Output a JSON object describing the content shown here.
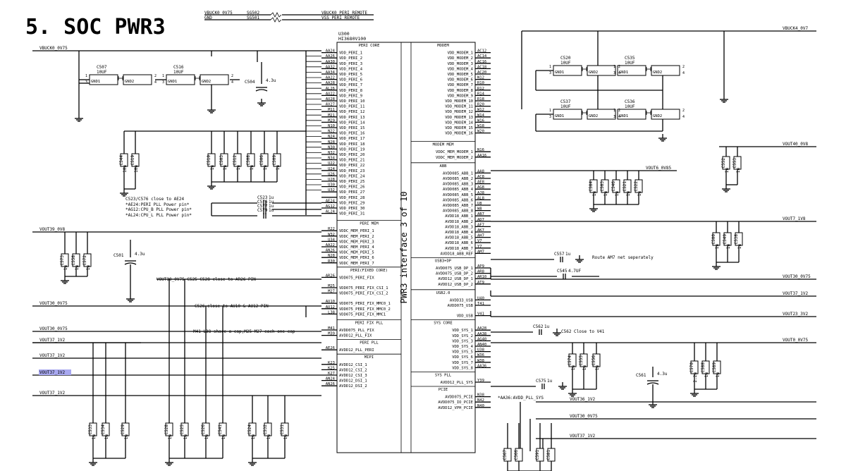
{
  "title": "5. SOC PWR3",
  "ic": {
    "ref": "U300",
    "part": "HI3680V100",
    "section_label": "PWR3 interface 3 of 10",
    "left_groups": [
      {
        "header": "PERI CORE",
        "pins": [
          {
            "ball": "AA24",
            "name": "VDD_PERI_1"
          },
          {
            "ball": "AA26",
            "name": "VDD_PERI_2"
          },
          {
            "ball": "AA30",
            "name": "VDD_PERI_3"
          },
          {
            "ball": "AA32",
            "name": "VDD_PERI_4"
          },
          {
            "ball": "AA34",
            "name": "VDD_PERI_5"
          },
          {
            "ball": "AA22",
            "name": "VDD_PERI_6"
          },
          {
            "ball": "AA28",
            "name": "VDD_PERI_7"
          },
          {
            "ball": "AL26",
            "name": "VDD_PERI_8"
          },
          {
            "ball": "AU22",
            "name": "VDD_PERI_9"
          },
          {
            "ball": "AU28",
            "name": "VDD_PERI_10"
          },
          {
            "ball": "AV27",
            "name": "VDD_PERI_11"
          },
          {
            "ball": "M11",
            "name": "VDD_PERI_12"
          },
          {
            "ball": "M21",
            "name": "VDD_PERI_13"
          },
          {
            "ball": "M29",
            "name": "VDD_PERI_14"
          },
          {
            "ball": "N10",
            "name": "VDD_PERI_15"
          },
          {
            "ball": "N22",
            "name": "VDD_PERI_16"
          },
          {
            "ball": "N24",
            "name": "VDD_PERI_17"
          },
          {
            "ball": "N28",
            "name": "VDD_PERI_18"
          },
          {
            "ball": "N30",
            "name": "VDD_PERI_19"
          },
          {
            "ball": "N32",
            "name": "VDD_PERI_20"
          },
          {
            "ball": "N34",
            "name": "VDD_PERI_21"
          },
          {
            "ball": "U22",
            "name": "VDD_PERI_22"
          },
          {
            "ball": "U24",
            "name": "VDD_PERI_23"
          },
          {
            "ball": "U26",
            "name": "VDD_PERI_24"
          },
          {
            "ball": "U28",
            "name": "VDD_PERI_25"
          },
          {
            "ball": "U30",
            "name": "VDD_PERI_26"
          },
          {
            "ball": "U32",
            "name": "VDD_PERI_27"
          },
          {
            "ball": "",
            "name": "VDD_PERI_28"
          },
          {
            "ball": "AE24",
            "name": "VDD_PERI_29"
          },
          {
            "ball": "AG12",
            "name": "VDD_PERI_30"
          },
          {
            "ball": "AL24",
            "name": "VDD_PERI_31"
          }
        ]
      },
      {
        "header": "PERI MEM",
        "pins": [
          {
            "ball": "R22",
            "name": "VDDC_MEM_PERI_1"
          },
          {
            "ball": "W32",
            "name": "VDDC_MEM_PERI_2"
          },
          {
            "ball": "U34",
            "name": "VDDC_MEM_PERI_3"
          },
          {
            "ball": "AA22",
            "name": "VDDC_MEM_PERI_4"
          },
          {
            "ball": "AN26",
            "name": "VDDC_MEM_PERI_5"
          },
          {
            "ball": "N28",
            "name": "VDDC_MEM_PERI_6"
          },
          {
            "ball": "R30",
            "name": "VDDC_MEM_PERI_7"
          }
        ]
      },
      {
        "header": "PERI(FIXED CORE)",
        "pins": [
          {
            "ball": "AR26",
            "name": "VDD075_PERI_FIX"
          }
        ]
      },
      {
        "header": "",
        "pins": [
          {
            "ball": "M25",
            "name": "VDD075_PERI_FIX_CSI_1"
          },
          {
            "ball": "M27",
            "name": "VDD075_PERI_FIX_CSI_2"
          }
        ]
      },
      {
        "header": "",
        "pins": [
          {
            "ball": "AU10",
            "name": "VDD075_PERI_FIX_MMC0_1"
          },
          {
            "ball": "AU12",
            "name": "VDD075_PERI_FIX_MMC0_2"
          },
          {
            "ball": "L38",
            "name": "VDD075_PERI_FIX_MMC1"
          }
        ]
      },
      {
        "header": "PERI FIX PLL",
        "pins": [
          {
            "ball": "M41",
            "name": "AVDD075_PLL_FIX"
          },
          {
            "ball": "M39",
            "name": "AVDD12_PLL_FIX"
          }
        ]
      },
      {
        "header": "PERI PLL",
        "pins": [
          {
            "ball": "AE26",
            "name": "AVDD12_PLL_PERI"
          }
        ]
      },
      {
        "header": "MIPI",
        "pins": [
          {
            "ball": "K23",
            "name": "AVDD12_CSI_1"
          },
          {
            "ball": "K25",
            "name": "AVDD12_CSI_2"
          },
          {
            "ball": "K27",
            "name": "AVDD12_CSI_3"
          },
          {
            "ball": "AN24",
            "name": "AVDD12_DSI_1"
          },
          {
            "ball": "AN26",
            "name": "AVDD12_DSI_2"
          }
        ]
      }
    ],
    "right_groups": [
      {
        "header": "MODEM",
        "pins": [
          {
            "ball": "AC12",
            "name": "VDD_MODEM_1"
          },
          {
            "ball": "AC14",
            "name": "VDD_MODEM_2"
          },
          {
            "ball": "AC16",
            "name": "VDD_MODEM_3"
          },
          {
            "ball": "AC18",
            "name": "VDD_MODEM_4"
          },
          {
            "ball": "AC20",
            "name": "VDD_MODEM_5"
          },
          {
            "ball": "N12",
            "name": "VDD_MODEM_6"
          },
          {
            "ball": "R10",
            "name": "VDD_MODEM_7"
          },
          {
            "ball": "R12",
            "name": "VDD_MODEM_8"
          },
          {
            "ball": "R14",
            "name": "VDD_MODEM_9"
          },
          {
            "ball": "R18",
            "name": "VDD_MODEM_10"
          },
          {
            "ball": "R20",
            "name": "VDD_MODEM_11"
          },
          {
            "ball": "W12",
            "name": "VDD_MODEM_12"
          },
          {
            "ball": "W14",
            "name": "VDD_MODEM_13"
          },
          {
            "ball": "W16",
            "name": "VDD_MODEM_14"
          },
          {
            "ball": "W18",
            "name": "VDD_MODEM_15"
          },
          {
            "ball": "W20",
            "name": "VDD_MODEM_16"
          }
        ]
      },
      {
        "header": "MODEM MEM",
        "pins": [
          {
            "ball": "N16",
            "name": "VDDC_MEM_MODEM_1"
          },
          {
            "ball": "AA16",
            "name": "VDDC_MEM_MODEM_2"
          }
        ]
      },
      {
        "header": "ABB",
        "pins": [
          {
            "ball": "AA8",
            "name": "AVDD085_ABB_1"
          },
          {
            "ball": "AC8",
            "name": "AVDD085_ABB_2"
          },
          {
            "ball": "AE8",
            "name": "AVDD085_ABB_3"
          },
          {
            "ball": "AG8",
            "name": "AVDD085_ABB_4"
          },
          {
            "ball": "AJ8",
            "name": "AVDD085_ABB_5"
          },
          {
            "ball": "AL8",
            "name": "AVDD085_ABB_6"
          },
          {
            "ball": "U8",
            "name": "AVDD085_ABB_7"
          },
          {
            "ball": "W8",
            "name": "AVDD085_ABB_8"
          },
          {
            "ball": "AB7",
            "name": "AVDD18_ABB_1"
          },
          {
            "ball": "AD7",
            "name": "AVDD18_ABB_2"
          },
          {
            "ball": "AF7",
            "name": "AVDD18_ABB_3"
          },
          {
            "ball": "AK7",
            "name": "AVDD18_ABB_4"
          },
          {
            "ball": "AH7",
            "name": "AVDD18_ABB_5"
          },
          {
            "ball": "V7",
            "name": "AVDD18_ABB_6"
          },
          {
            "ball": "Y7",
            "name": "AVDD18_ABB_7"
          },
          {
            "ball": "AM7",
            "name": "AVDD18_ABB_REF"
          }
        ]
      },
      {
        "header": "USB3+DP",
        "pins": [
          {
            "ball": "AP9",
            "name": "AVDD075_USB_DP_1"
          },
          {
            "ball": "AR8",
            "name": "AVDD075_USB_DP_2"
          },
          {
            "ball": "AR10",
            "name": "AVDD12_USB_DP_1"
          },
          {
            "ball": "AT9",
            "name": "AVDD12_USB_DP_2"
          }
        ]
      },
      {
        "header": "USB2.0",
        "pins": [
          {
            "ball": "U40",
            "name": "AVDD33_USB"
          },
          {
            "ball": "T41",
            "name": "AVDD075_USB"
          }
        ]
      },
      {
        "header": "",
        "pins": [
          {
            "ball": "V41",
            "name": "VDD_USB"
          }
        ]
      },
      {
        "header": "SYS CORE",
        "pins": [
          {
            "ball": "AA28",
            "name": "VDD_SYS_1"
          },
          {
            "ball": "AA38",
            "name": "VDD_SYS_2"
          },
          {
            "ball": "AG40",
            "name": "VDD_SYS_3"
          },
          {
            "ball": "AN40",
            "name": "VDD_SYS_4"
          },
          {
            "ball": "U38",
            "name": "VDD_SYS_5"
          },
          {
            "ball": "W36",
            "name": "VDD_SYS_6"
          },
          {
            "ball": "W38",
            "name": "VDD_SYS_7"
          },
          {
            "ball": "AA36",
            "name": "VDD_SYS_8"
          }
        ]
      },
      {
        "header": "SYS PLL",
        "pins": [
          {
            "ball": "Y39",
            "name": "AVDD12_PLL_SYS"
          }
        ]
      },
      {
        "header": "PCIE",
        "pins": [
          {
            "ball": "N38",
            "name": "AVDD075_PCIE"
          },
          {
            "ball": "N42",
            "name": "AVDD075_IO_PCIE"
          },
          {
            "ball": "N40",
            "name": "AVDD12_VPH_PCIE"
          }
        ]
      }
    ]
  },
  "top_nets": [
    {
      "left": "VBUCK0_0V75",
      "mid": "SG502",
      "right": "VBUCK0_PERI_REMOTE"
    },
    {
      "left": "GND",
      "mid": "SG501",
      "right": "VSS_PERI_REMOTE"
    }
  ],
  "left_nets": [
    "VBUCK0_0V75",
    "VOUT39_0V8",
    "VOUT30_0V75",
    "VOUT30_0V75",
    "VOUT37_1V2",
    "VOUT37_1V2",
    "VOUT37_1V2",
    "VOUT37_1V2"
  ],
  "right_nets": [
    "VBUCK4_0V7",
    "VOUT40_0V8",
    "VOUT6_0V85",
    "VOUT7_1V8",
    "VOUT30_0V75",
    "VOUT37_1V2",
    "VOUT23_3V2",
    "VOUT0_0V75",
    "VOUT36_1V2",
    "VOUT30_0V75",
    "VOUT37_1V2"
  ],
  "notes": [
    "C523/C576 close to AE24",
    "*AE24:PERI PLL Power pin*",
    "*AG12:CPU_B PLL Power pin*",
    "*AL24:CPU_L PLL Power pin*",
    "VOUT30_0V75 C525 C528 close to AR26 PIN",
    "C526 close to AU10 & AU12 PIN",
    "M41 L38 share a cap,M25 M27 each one cap",
    "Route AM7 net seperately",
    "C562 Close to V41",
    "*AA36:AVDD_PLL_SYS"
  ],
  "caps": {
    "big": [
      {
        "ref": "C507",
        "val": "10UF",
        "p1": "GND1",
        "p2": "GND2"
      },
      {
        "ref": "C516",
        "val": "10UF",
        "p1": "GND1",
        "p2": "GND2"
      },
      {
        "ref": "C520",
        "val": "10UF",
        "p1": "GND1",
        "p2": "GND2"
      },
      {
        "ref": "C535",
        "val": "10UF",
        "p1": "GND1",
        "p2": "GND2"
      },
      {
        "ref": "C537",
        "val": "10UF",
        "p1": "GND1",
        "p2": "GND2"
      },
      {
        "ref": "C536",
        "val": "10UF",
        "p1": "GND1",
        "p2": "GND2"
      }
    ],
    "tant": [
      {
        "ref": "C504",
        "val": "4.3u"
      },
      {
        "ref": "C501",
        "val": "4.3u"
      },
      {
        "ref": "C561",
        "val": "4.3u"
      }
    ],
    "inline": [
      {
        "ref": "C523",
        "val": "1u"
      },
      {
        "ref": "C576",
        "val": "1u"
      },
      {
        "ref": "C577",
        "val": "1u"
      },
      {
        "ref": "C579",
        "val": "1u"
      },
      {
        "ref": "C557",
        "val": "1u"
      },
      {
        "ref": "C545",
        "val": "4.7UF"
      },
      {
        "ref": "C562",
        "val": "1u"
      },
      {
        "ref": "C575",
        "val": "1u"
      }
    ],
    "vertical": [
      {
        "ref": "C544",
        "val": "10u"
      },
      {
        "ref": "C519",
        "val": "10u"
      },
      {
        "ref": "C510",
        "val": "1u"
      },
      {
        "ref": "C503",
        "val": "1u"
      },
      {
        "ref": "C512",
        "val": "1u"
      },
      {
        "ref": "C508",
        "val": "1u"
      },
      {
        "ref": "C506",
        "val": "1u"
      },
      {
        "ref": "C509",
        "val": "1u"
      },
      {
        "ref": "C573",
        "val": "1u"
      },
      {
        "ref": "C558",
        "val": "1u"
      },
      {
        "ref": "C572",
        "val": "1u"
      },
      {
        "ref": "C552",
        "val": "1u"
      },
      {
        "ref": "C553",
        "val": "1u"
      },
      {
        "ref": "C584",
        "val": "1u"
      },
      {
        "ref": "C583",
        "val": "1u"
      },
      {
        "ref": "C546",
        "val": "1u"
      },
      {
        "ref": "C521",
        "val": "1u"
      },
      {
        "ref": "C522",
        "val": "1u"
      },
      {
        "ref": "C500",
        "val": "1u"
      },
      {
        "ref": "C549",
        "val": "1u"
      },
      {
        "ref": "C538",
        "val": "1u"
      },
      {
        "ref": "C574",
        "val": "1u"
      },
      {
        "ref": "C555",
        "val": "1u"
      },
      {
        "ref": "C556",
        "val": "1u"
      },
      {
        "ref": "C570",
        "val": "2.2u"
      },
      {
        "ref": "C588",
        "val": "1u"
      },
      {
        "ref": "C589",
        "val": "1u"
      },
      {
        "ref": "C533",
        "val": "1u"
      },
      {
        "ref": "C534",
        "val": "1u"
      },
      {
        "ref": "C529",
        "val": "1u"
      },
      {
        "ref": "C528",
        "val": "1u"
      },
      {
        "ref": "C525",
        "val": "1u"
      },
      {
        "ref": "C526",
        "val": "1u"
      },
      {
        "ref": "C541",
        "val": "1u"
      },
      {
        "ref": "C524",
        "val": "1u"
      },
      {
        "ref": "C532",
        "val": "1u"
      },
      {
        "ref": "C531",
        "val": "1u"
      },
      {
        "ref": "C567",
        "val": ""
      },
      {
        "ref": "C566",
        "val": ""
      },
      {
        "ref": "C591",
        "val": ""
      },
      {
        "ref": "C581",
        "val": ""
      }
    ]
  },
  "colors": {
    "ink": "#000000",
    "highlight": "#a8a8f0",
    "paper": "#ffffff"
  }
}
